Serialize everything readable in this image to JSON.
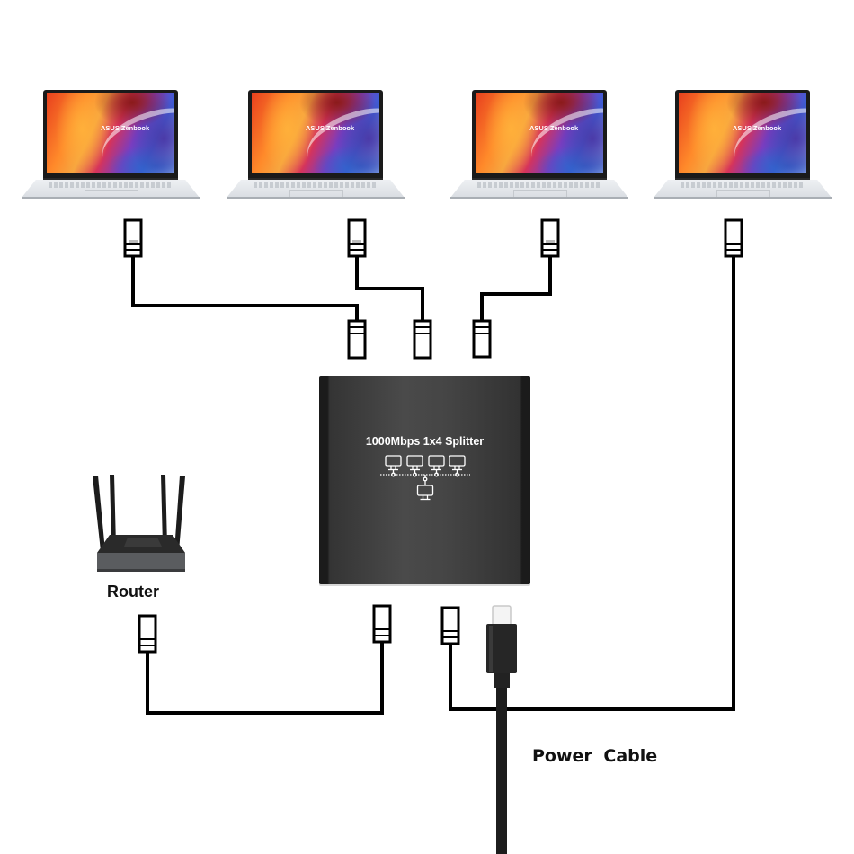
{
  "diagram": {
    "title": "1000Mbps 1x4 Splitter connection diagram",
    "laptops": [
      {
        "brand_text": "ASUS Zenbook",
        "icon": "laptop-icon"
      },
      {
        "brand_text": "ASUS Zenbook",
        "icon": "laptop-icon"
      },
      {
        "brand_text": "ASUS Zenbook",
        "icon": "laptop-icon"
      },
      {
        "brand_text": "ASUS Zenbook",
        "icon": "laptop-icon"
      }
    ],
    "splitter": {
      "label": "1000Mbps 1x4 Splitter",
      "icon": "network-topology-icon",
      "output_ports": 4,
      "input_ports": 1
    },
    "router": {
      "label": "Router",
      "icon": "router-icon",
      "antennas": 4
    },
    "power": {
      "label": "Power  Cable",
      "connector": "usb-c-connector-icon"
    },
    "connections": [
      {
        "from": "laptop-1",
        "to": "splitter-output-1",
        "type": "ethernet"
      },
      {
        "from": "laptop-2",
        "to": "splitter-output-2",
        "type": "ethernet"
      },
      {
        "from": "laptop-3",
        "to": "splitter-output-3",
        "type": "ethernet"
      },
      {
        "from": "laptop-4",
        "to": "splitter-input-2",
        "type": "ethernet"
      },
      {
        "from": "router",
        "to": "splitter-input-1",
        "type": "ethernet"
      },
      {
        "from": "power-cable",
        "to": "splitter",
        "type": "usb-c"
      }
    ],
    "colors": {
      "cable": "#000000",
      "splitter_body": "#454545",
      "splitter_text": "#ffffff",
      "background": "#ffffff",
      "label_text": "#111111"
    }
  }
}
